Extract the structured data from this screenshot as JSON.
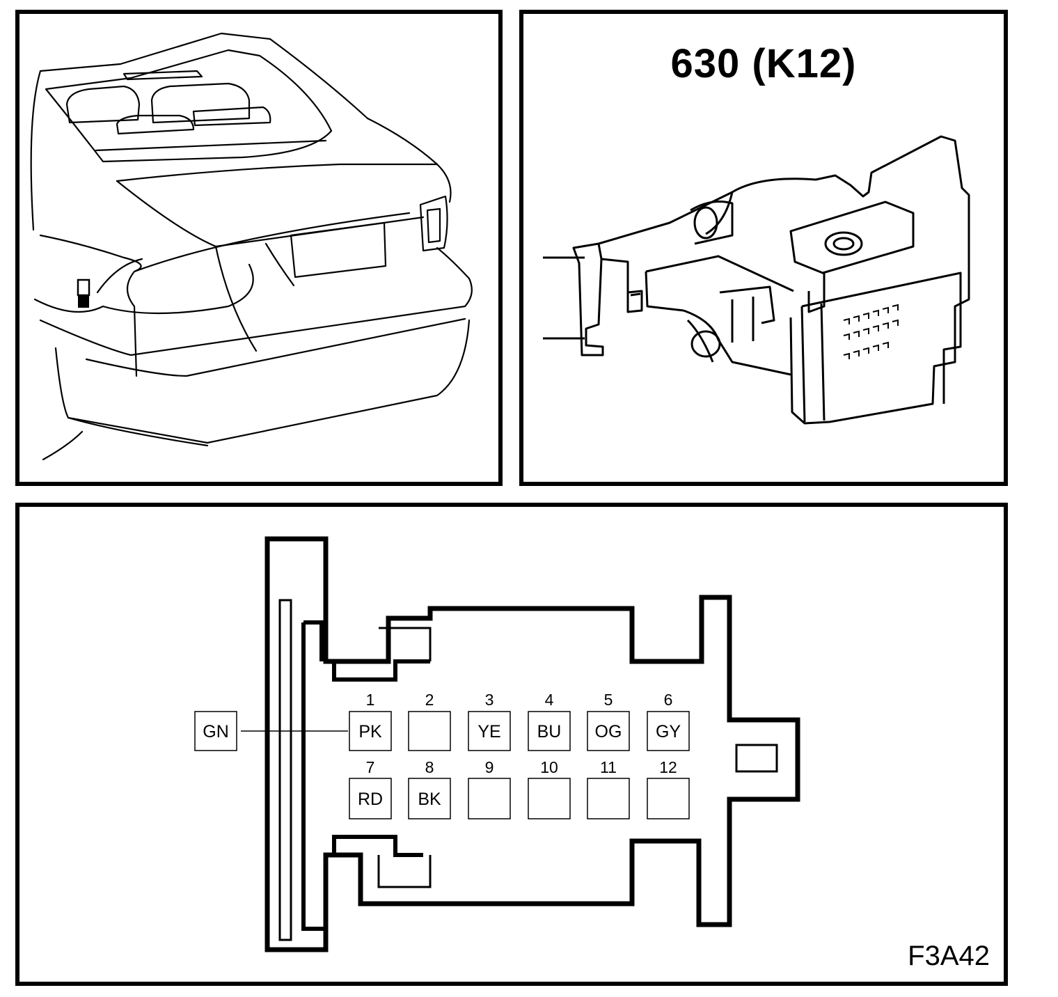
{
  "connector_title": "630 (K12)",
  "figure_id": "F3A42",
  "external_wire": {
    "label": "GN",
    "connects_to_pin": "1"
  },
  "pins": [
    {
      "num": "1",
      "color": "PK"
    },
    {
      "num": "2",
      "color": ""
    },
    {
      "num": "3",
      "color": "YE"
    },
    {
      "num": "4",
      "color": "BU"
    },
    {
      "num": "5",
      "color": "OG"
    },
    {
      "num": "6",
      "color": "GY"
    },
    {
      "num": "7",
      "color": "RD"
    },
    {
      "num": "8",
      "color": "BK"
    },
    {
      "num": "9",
      "color": ""
    },
    {
      "num": "10",
      "color": ""
    },
    {
      "num": "11",
      "color": ""
    },
    {
      "num": "12",
      "color": ""
    }
  ]
}
